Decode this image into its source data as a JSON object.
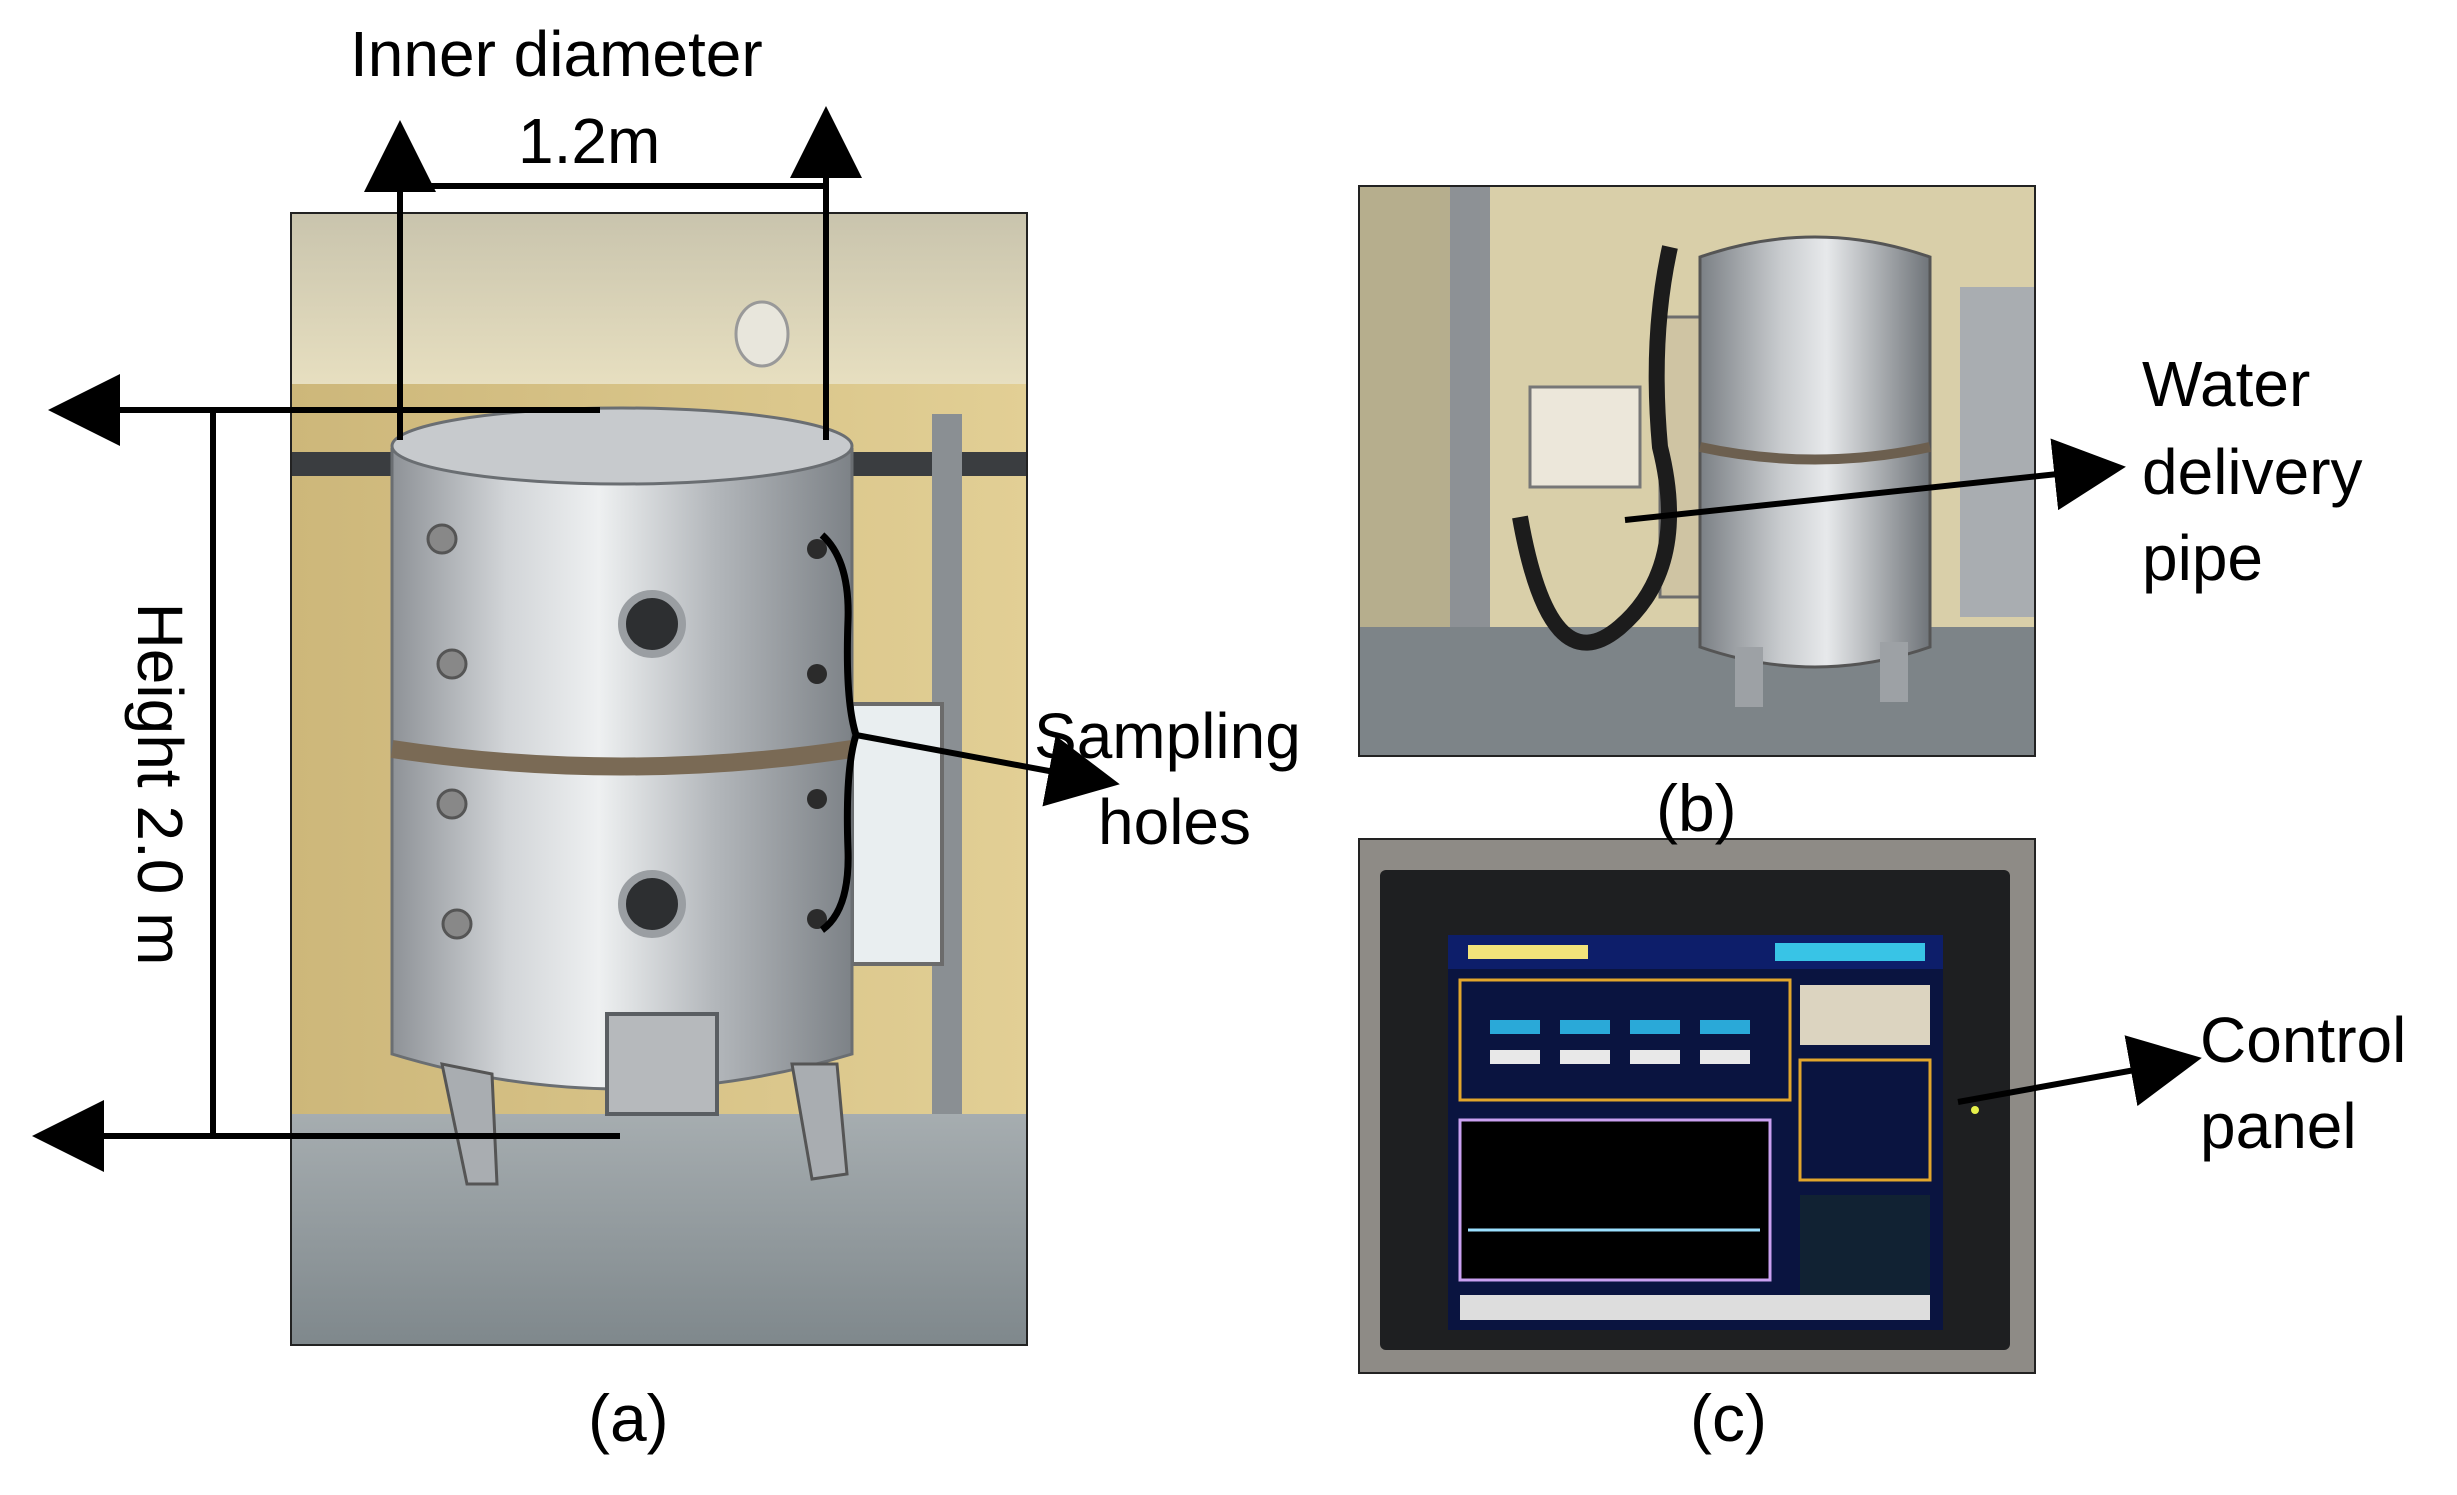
{
  "panels": {
    "a": {
      "caption": "(a)",
      "annotations": {
        "inner_diameter_label": "Inner diameter",
        "inner_diameter_value": "1.2m",
        "height": "Height  2.0 m",
        "sampling_holes_line1": "Sampling",
        "sampling_holes_line2": "holes"
      }
    },
    "b": {
      "caption": "(b)",
      "annotations": {
        "water_pipe_line1": "Water",
        "water_pipe_line2": "delivery",
        "water_pipe_line3": "pipe"
      }
    },
    "c": {
      "caption": "(c)",
      "annotations": {
        "control_panel_line1": "Control",
        "control_panel_line2": "panel"
      }
    }
  },
  "colors": {
    "steel": "#b9bcc0",
    "wall": "#d8c89a",
    "floor": "#8f9a9f",
    "screen": "#0a1440"
  }
}
